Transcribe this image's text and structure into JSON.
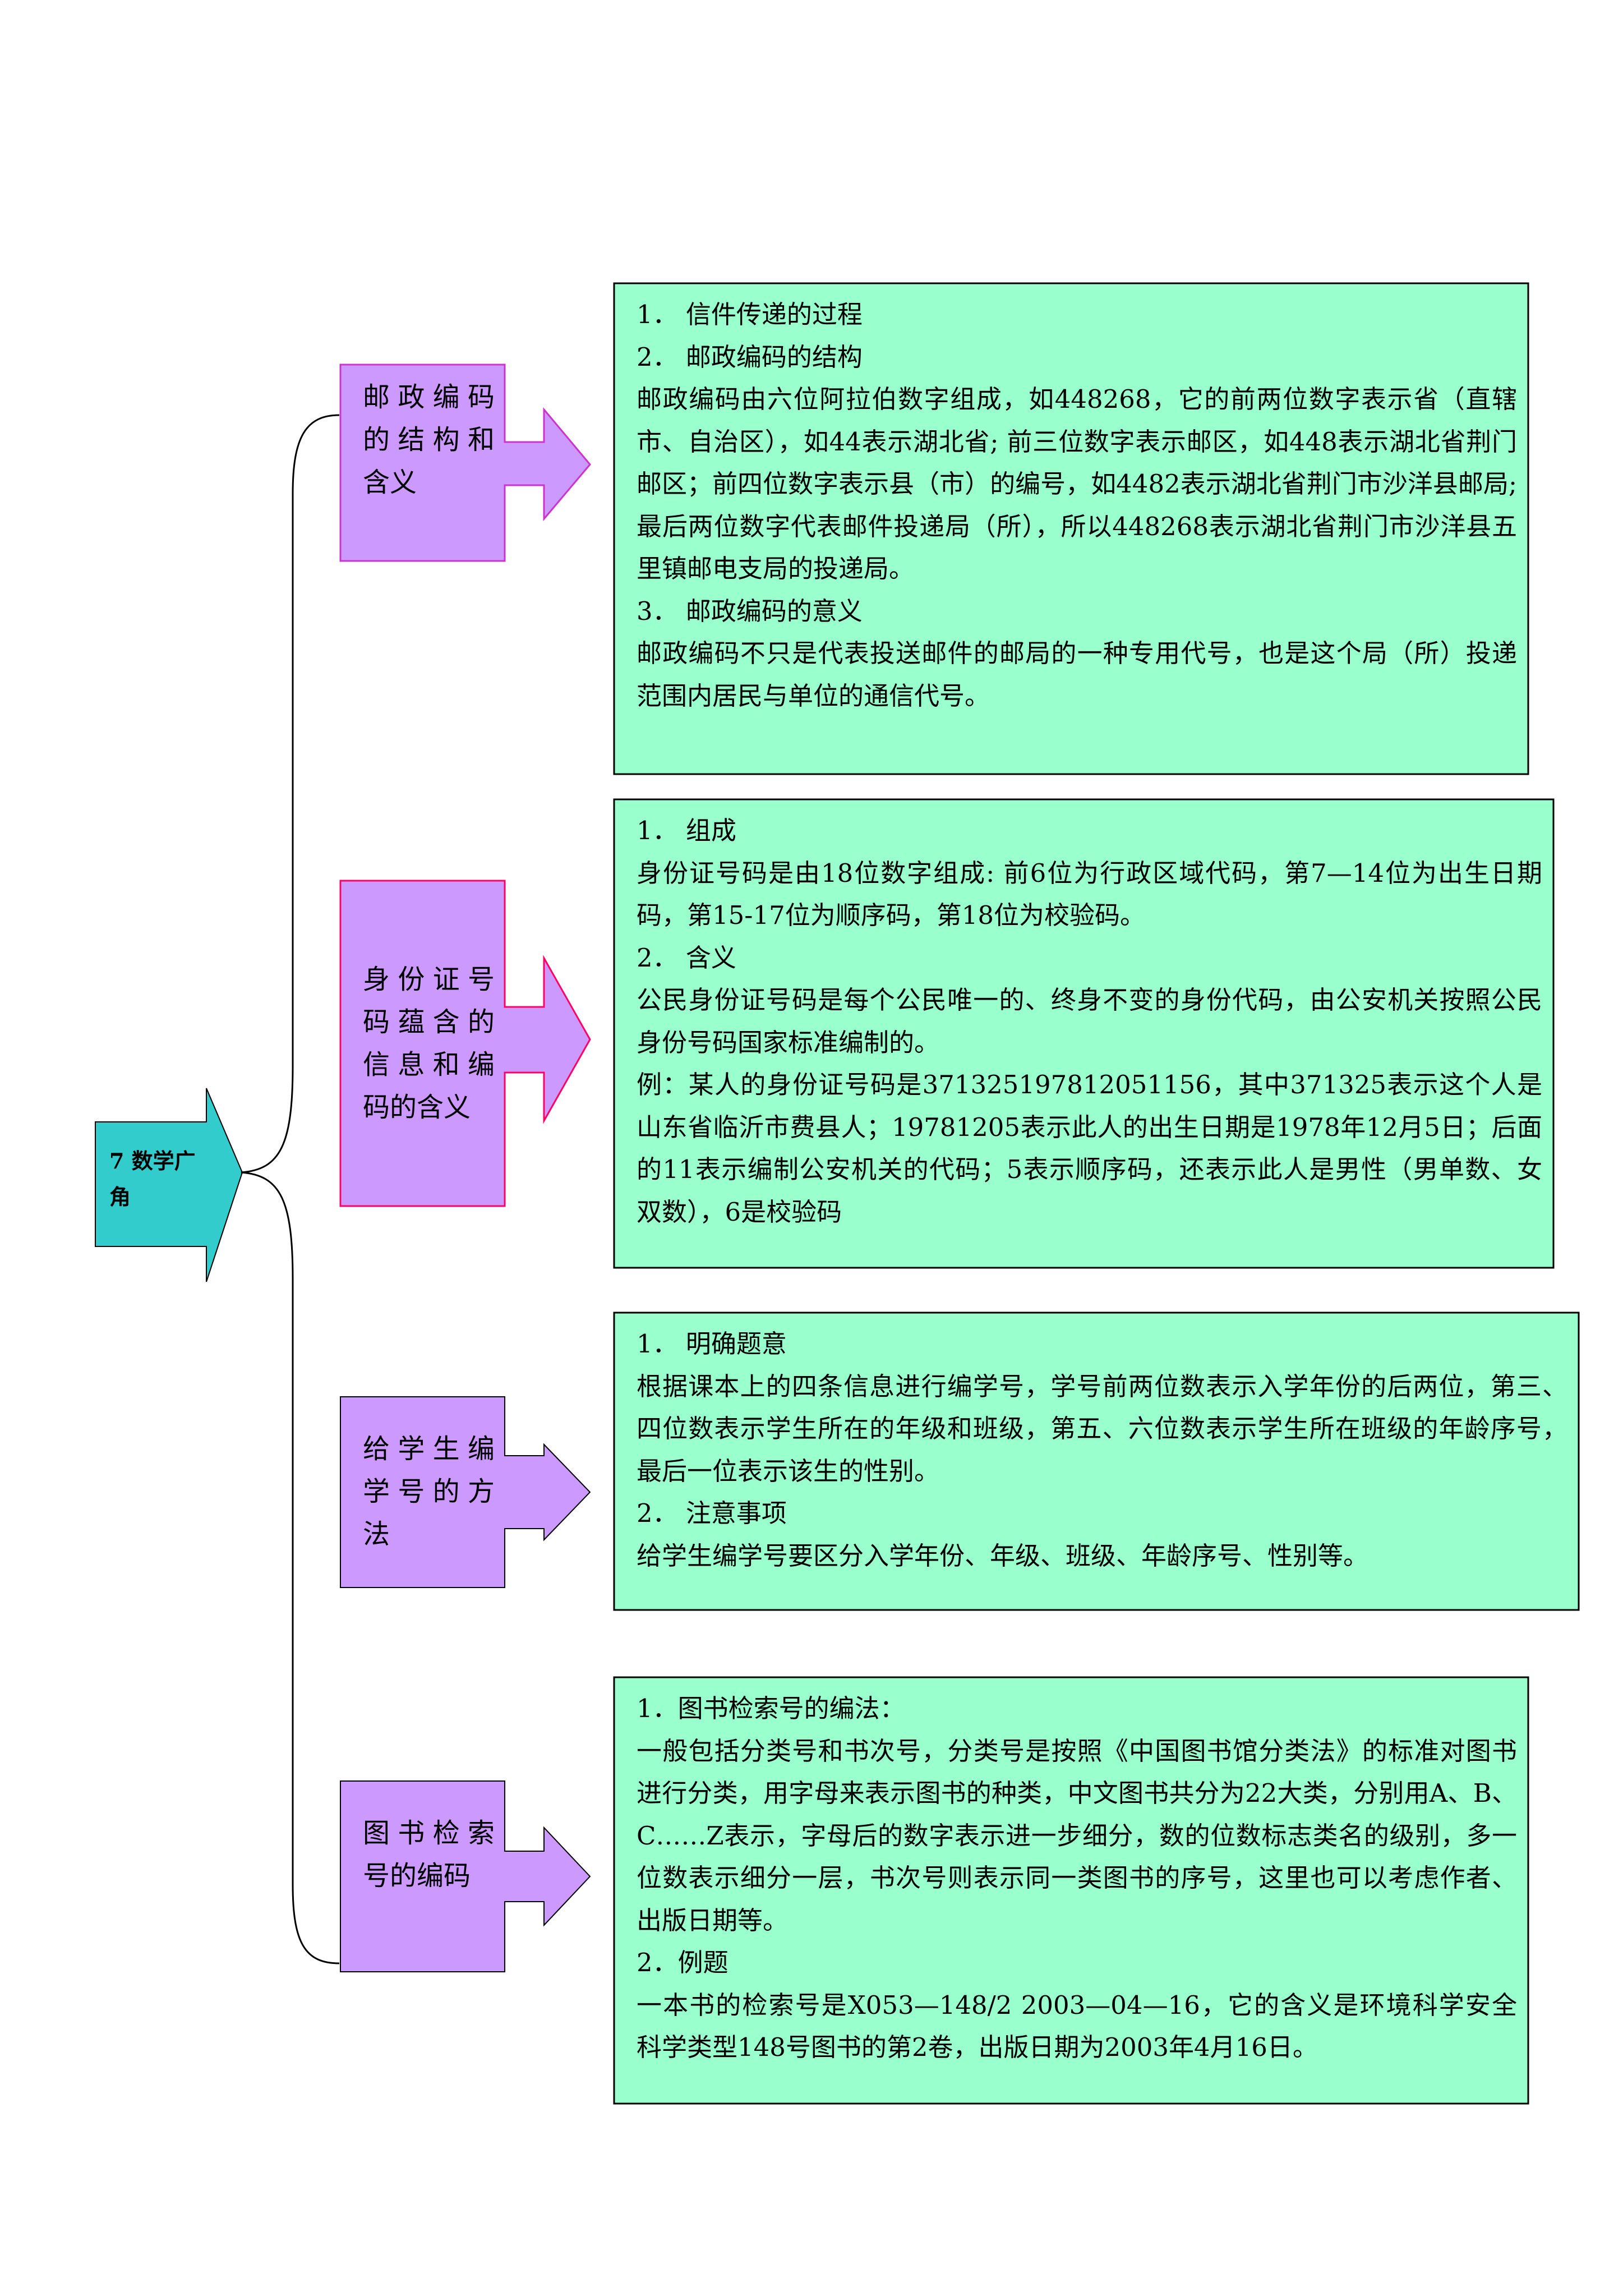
{
  "colors": {
    "root_fill": "#33CCCC",
    "branch_fill": "#CC99FF",
    "branch_border": "#CC33CC",
    "branch_border_alt": "#FF0066",
    "content_fill": "#99FFCC",
    "content_border": "#000000"
  },
  "root": {
    "label": "7 数学广角"
  },
  "branches": [
    {
      "label": "邮政编码的结构和含义",
      "content": [
        "1． 信件传递的过程",
        "2． 邮政编码的结构",
        "邮政编码由六位阿拉伯数字组成，如448268，它的前两位数字表示省（直辖市、自治区），如44表示湖北省; 前三位数字表示邮区，如448表示湖北省荆门邮区；前四位数字表示县（市）的编号，如4482表示湖北省荆门市沙洋县邮局; 最后两位数字代表邮件投递局（所），所以448268表示湖北省荆门市沙洋县五里镇邮电支局的投递局。",
        "3． 邮政编码的意义",
        "邮政编码不只是代表投送邮件的邮局的一种专用代号，也是这个局（所）投递范围内居民与单位的通信代号。"
      ]
    },
    {
      "label": "身份证号码蕴含的信息和编码的含义",
      "content": [
        "1． 组成",
        "身份证号码是由18位数字组成: 前6位为行政区域代码，第7—14位为出生日期码，第15-17位为顺序码，第18位为校验码。",
        "2． 含义",
        "公民身份证号码是每个公民唯一的、终身不变的身份代码，由公安机关按照公民身份号码国家标准编制的。",
        "例：某人的身份证号码是371325197812051156，其中371325表示这个人是山东省临沂市费县人；19781205表示此人的出生日期是1978年12月5日；后面的11表示编制公安机关的代码；5表示顺序码，还表示此人是男性（男单数、女双数），6是校验码"
      ]
    },
    {
      "label": "给学生编学号的方法",
      "content": [
        "1． 明确题意",
        "根据课本上的四条信息进行编学号，学号前两位数表示入学年份的后两位，第三、四位数表示学生所在的年级和班级，第五、六位数表示学生所在班级的年龄序号，最后一位表示该生的性别。",
        "2． 注意事项",
        "给学生编学号要区分入学年份、年级、班级、年龄序号、性别等。"
      ]
    },
    {
      "label": "图书检索号的编码",
      "content": [
        "1．图书检索号的编法：",
        "一般包括分类号和书次号，分类号是按照《中国图书馆分类法》的标准对图书进行分类，用字母来表示图书的种类，中文图书共分为22大类，分别用A、B、C……Z表示，字母后的数字表示进一步细分，数的位数标志类名的级别，多一位数表示细分一层，书次号则表示同一类图书的序号，这里也可以考虑作者、出版日期等。",
        "2．例题",
        "一本书的检索号是X053—148/2 2003—04—16，它的含义是环境科学安全科学类型148号图书的第2卷，出版日期为2003年4月16日。"
      ]
    }
  ]
}
